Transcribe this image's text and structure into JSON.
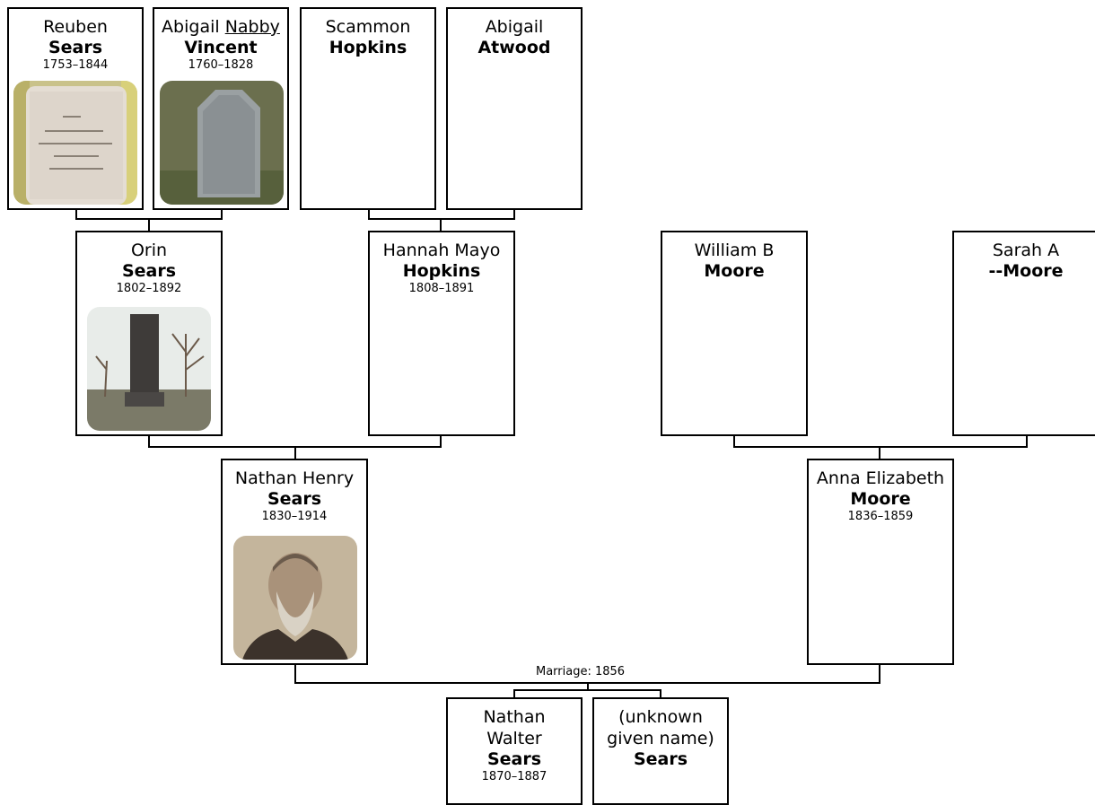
{
  "people": {
    "reuben": {
      "given": "Reuben",
      "surname": "Sears",
      "dates": "1753–1844"
    },
    "abigail_v": {
      "given_first": "Abigail",
      "nickname": "Nabby",
      "surname": "Vincent",
      "dates": "1760–1828"
    },
    "scammon": {
      "given": "Scammon",
      "surname": "Hopkins"
    },
    "abigail_a": {
      "given": "Abigail",
      "surname": "Atwood"
    },
    "orin": {
      "given": "Orin",
      "surname": "Sears",
      "dates": "1802–1892"
    },
    "hannah": {
      "given": "Hannah Mayo",
      "surname": "Hopkins",
      "dates": "1808–1891"
    },
    "william": {
      "given": "William B",
      "surname": "Moore"
    },
    "sarah": {
      "given": "Sarah A",
      "surname": "--Moore"
    },
    "nathan_henry": {
      "given": "Nathan Henry",
      "surname": "Sears",
      "dates": "1830–1914"
    },
    "anna": {
      "given": "Anna Elizabeth",
      "surname": "Moore",
      "dates": "1836–1859"
    },
    "nathan_walter": {
      "given_line1": "Nathan",
      "given_line2": "Walter",
      "surname": "Sears",
      "dates": "1870–1887"
    },
    "unknown": {
      "given_line1": "(unknown",
      "given_line2": "given name)",
      "surname": "Sears"
    }
  },
  "marriage_label": "Marriage: 1856"
}
